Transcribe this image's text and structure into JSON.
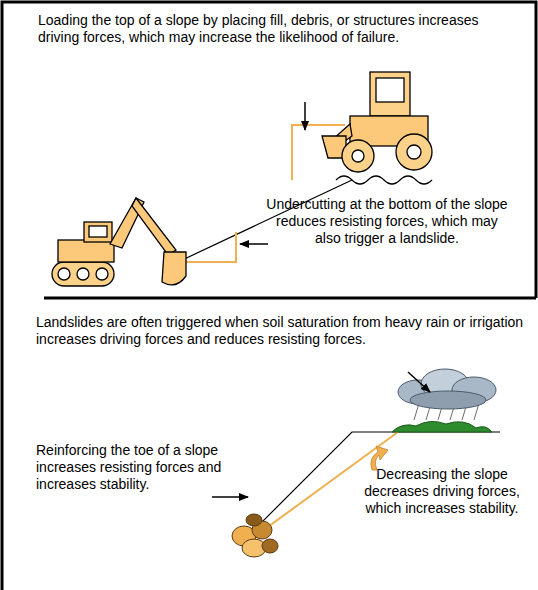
{
  "diagram": {
    "labels": [
      "Loading the top of a slope by placing fill, debris, or structures increases driving forces, which may increase the likelihood of failure.",
      "Undercutting at the bottom of the slope reduces resisting forces, which may also trigger a landslide.",
      "Landslides are often triggered when soil saturation from heavy rain or irrigation increases driving forces and reduces resisting forces.",
      "Reinforcing the toe of a slope increases resisting forces and increases stability.",
      "Decreasing the slope decreases driving forces, which increases stability."
    ]
  }
}
